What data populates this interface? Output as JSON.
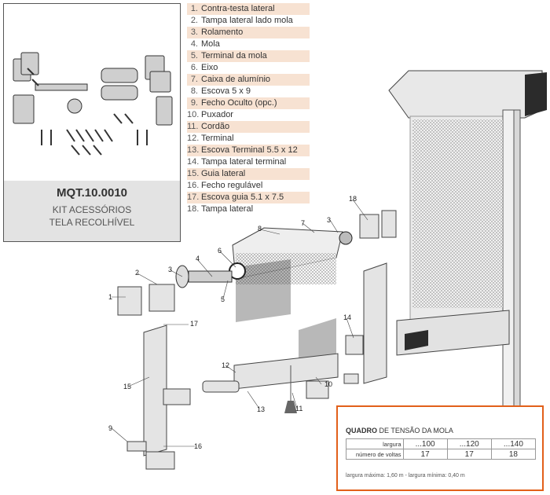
{
  "kit": {
    "code": "MQT.10.0010",
    "line1": "KIT ACESSÓRIOS",
    "line2": "TELA RECOLHÍVEL"
  },
  "parts": [
    {
      "num": "1.",
      "label": "Contra-testa lateral"
    },
    {
      "num": "2.",
      "label": "Tampa lateral lado mola"
    },
    {
      "num": "3.",
      "label": "Rolamento"
    },
    {
      "num": "4.",
      "label": "Mola"
    },
    {
      "num": "5.",
      "label": "Terminal da mola"
    },
    {
      "num": "6.",
      "label": "Eixo"
    },
    {
      "num": "7.",
      "label": "Caixa de alumínio"
    },
    {
      "num": "8.",
      "label": "Escova 5 x 9"
    },
    {
      "num": "9.",
      "label": "Fecho Oculto (opc.)"
    },
    {
      "num": "10.",
      "label": "Puxador"
    },
    {
      "num": "11.",
      "label": "Cordão"
    },
    {
      "num": "12.",
      "label": "Terminal"
    },
    {
      "num": "13.",
      "label": "Escova Terminal 5.5 x 12"
    },
    {
      "num": "14.",
      "label": "Tampa lateral terminal"
    },
    {
      "num": "15.",
      "label": "Guia lateral"
    },
    {
      "num": "16.",
      "label": "Fecho regulável"
    },
    {
      "num": "17.",
      "label": "Escova guia 5.1 x 7.5"
    },
    {
      "num": "18.",
      "label": "Tampa lateral"
    }
  ],
  "callouts": [
    "1",
    "2",
    "3",
    "4",
    "5",
    "6",
    "7",
    "8",
    "9",
    "10",
    "11",
    "12",
    "13",
    "14",
    "15",
    "16",
    "17",
    "18",
    "3"
  ],
  "spring_table": {
    "title_bold": "QUADRO",
    "title_rest": " DE TENSÃO DA MOLA",
    "row1_label": "largura",
    "widths": [
      "...100",
      "...120",
      "...140"
    ],
    "row2_label": "número de voltas",
    "turns": [
      "17",
      "17",
      "18"
    ],
    "note": "largura máxima: 1,60 m - largura mínima: 0,40 m"
  },
  "colors": {
    "accent_orange": "#e2601a",
    "list_shade": "#f7e2d2",
    "caption_bg": "#e3e3e3"
  }
}
